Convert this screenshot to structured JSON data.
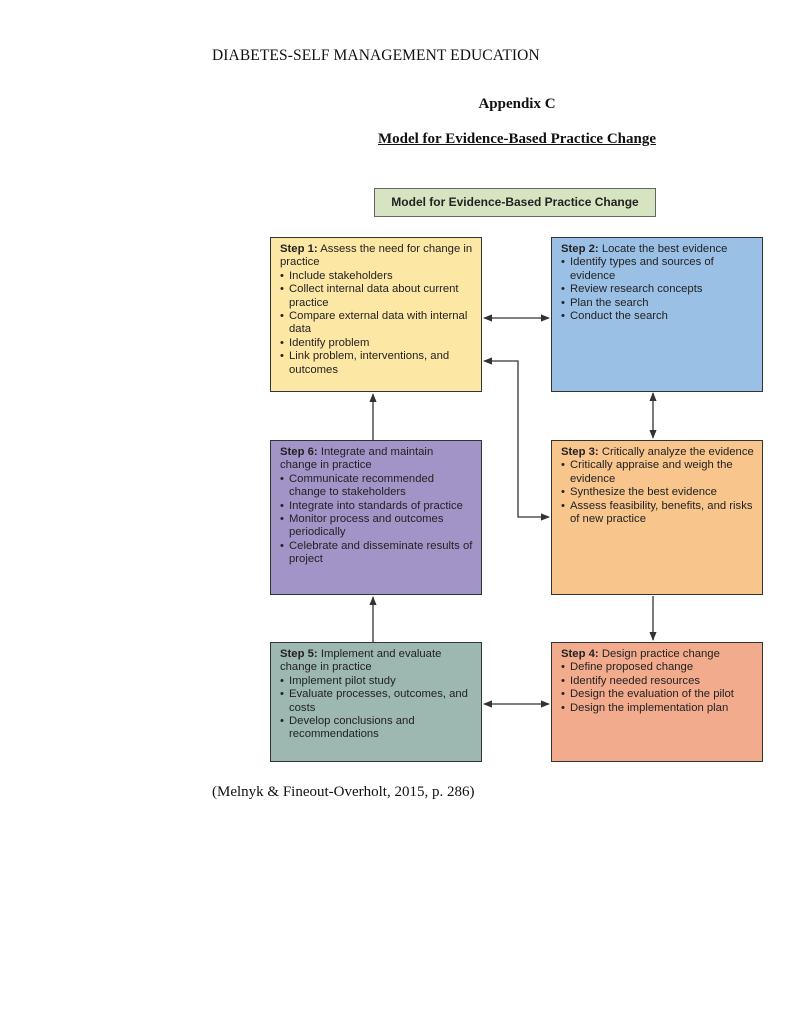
{
  "page": {
    "running_head": "DIABETES-SELF MANAGEMENT EDUCATION",
    "appendix": "Appendix C",
    "title": "Model for Evidence-Based Practice Change",
    "citation": "(Melnyk & Fineout-Overholt, 2015, p. 286)"
  },
  "diagram": {
    "label": "Model for Evidence-Based Practice Change",
    "colors": {
      "label_bg": "#d6e4c2",
      "step1": "#fde7a4",
      "step2": "#9bc0e6",
      "step3": "#f8c58d",
      "step4": "#f2ab8d",
      "step5": "#9db8b0",
      "step6": "#a394c8"
    },
    "steps": [
      {
        "label": "Step 1:",
        "title": "Assess the need for change in practice",
        "items": [
          "Include stakeholders",
          "Collect internal data about current practice",
          "Compare external data with internal data",
          "Identify problem",
          "Link problem, interventions, and outcomes"
        ]
      },
      {
        "label": "Step 2:",
        "title": "Locate the best evidence",
        "items": [
          "Identify types and sources of evidence",
          "Review research concepts",
          "Plan the search",
          "Conduct the search"
        ]
      },
      {
        "label": "Step 3:",
        "title": "Critically analyze the evidence",
        "items": [
          "Critically appraise and weigh the evidence",
          "Synthesize the best evidence",
          "Assess feasibility, benefits, and risks of new practice"
        ]
      },
      {
        "label": "Step 4:",
        "title": "Design practice change",
        "items": [
          "Define proposed change",
          "Identify needed resources",
          "Design the evaluation of the pilot",
          "Design the implementation plan"
        ]
      },
      {
        "label": "Step 5:",
        "title": "Implement and evaluate change in practice",
        "items": [
          "Implement pilot study",
          "Evaluate processes, outcomes, and costs",
          "Develop conclusions and recommendations"
        ]
      },
      {
        "label": "Step 6:",
        "title": "Integrate and maintain change in practice",
        "items": [
          "Communicate recommended change to stakeholders",
          "Integrate into standards of practice",
          "Monitor process and outcomes periodically",
          "Celebrate and disseminate results of project"
        ]
      }
    ]
  }
}
